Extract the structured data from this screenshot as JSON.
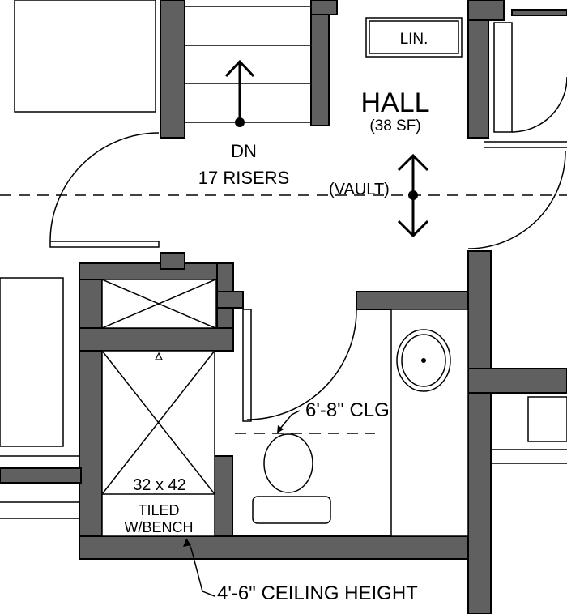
{
  "labels": {
    "linen": "LIN.",
    "hall_name": "HALL",
    "hall_area": "(38 SF)",
    "stair_dir": "DN",
    "stair_risers": "17 RISERS",
    "vault": "(VAULT)",
    "clg_height": "6'-8\" CLG",
    "shower_size": "32 x 42",
    "shower_tiled": "TILED",
    "shower_bench": "W/BENCH",
    "ceiling_note": "4'-6\" CEILING HEIGHT"
  },
  "colors": {
    "wall_fill": "#606060",
    "line": "#000000",
    "background": "#ffffff"
  }
}
